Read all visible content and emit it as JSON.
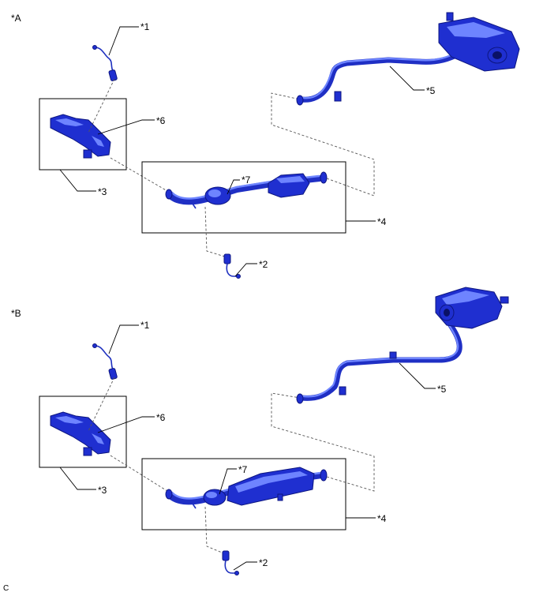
{
  "diagram_a": {
    "label": "*A",
    "callouts": [
      "*1",
      "*2",
      "*3",
      "*4",
      "*5",
      "*6",
      "*7"
    ]
  },
  "diagram_b": {
    "label": "*B",
    "callouts": [
      "*1",
      "*2",
      "*3",
      "*4",
      "*5",
      "*6",
      "*7"
    ]
  },
  "figure_code": "C",
  "colors": {
    "part_blue": "#1f2fd0",
    "part_highlight": "#6e84ff",
    "line": "#000000"
  }
}
